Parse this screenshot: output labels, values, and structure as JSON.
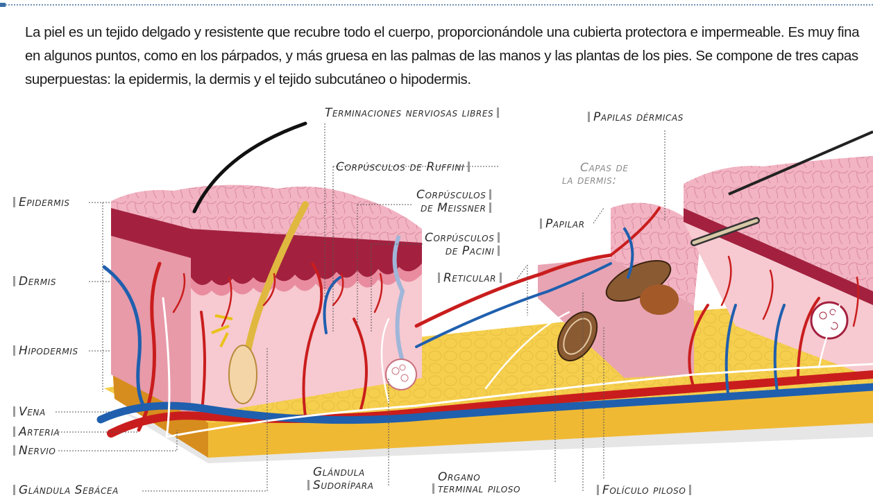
{
  "intro_text": "La piel es un tejido delgado y resistente que recubre todo el cuerpo, proporcionándole una cubierta protectora e impermeable. Es muy fina en algunos puntos, como en los párpados, y más gruesa en las palmas de las manos y las plantas de los pies. Se compone de tres capas superpuestas: la epidermis, la dermis y el tejido subcutáneo o hipodermis.",
  "labels": {
    "epidermis": "Epidermis",
    "dermis": "Dermis",
    "hipodermis": "Hipodermis",
    "vena": "Vena",
    "arteria": "Arteria",
    "nervio": "Nervio",
    "glandula_sebacea": "Glándula Sebácea",
    "glandula_sudoripara_1": "Glándula",
    "glandula_sudoripara_2": "Sudorípara",
    "organo_terminal_1": "Organo",
    "organo_terminal_2": "terminal piloso",
    "foliculo_piloso": "Folículo piloso",
    "terminaciones": "Terminaciones nerviosas libres",
    "papilas": "Papilas dérmicas",
    "ruffini": "Corpúsculos de Ruffini",
    "meissner_1": "Corpúsculos",
    "meissner_2": "de Meissner",
    "pacini_1": "Corpúsculos",
    "pacini_2": "de Pacini",
    "capas_1": "Capas de",
    "capas_2": "la dermis:",
    "papilar": "Papilar",
    "reticular": "Reticular"
  },
  "colors": {
    "epidermis": "#f2b3c2",
    "dermis": "#f7c9d0",
    "dermis_dark": "#a3213f",
    "fat": "#f5cf4d",
    "fat_side": "#d78d1d",
    "artery": "#c91d1d",
    "vein": "#1f5fae",
    "nerve": "#ffffff",
    "leader": "#555555"
  }
}
